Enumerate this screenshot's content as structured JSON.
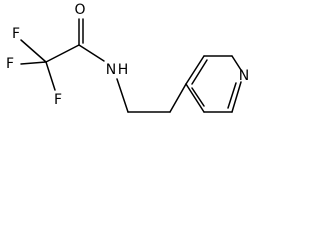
{
  "structure": {
    "atoms": {
      "F": "F",
      "O": "O",
      "N_amide": "N",
      "H_amide": "H",
      "N_ring": "N"
    }
  }
}
